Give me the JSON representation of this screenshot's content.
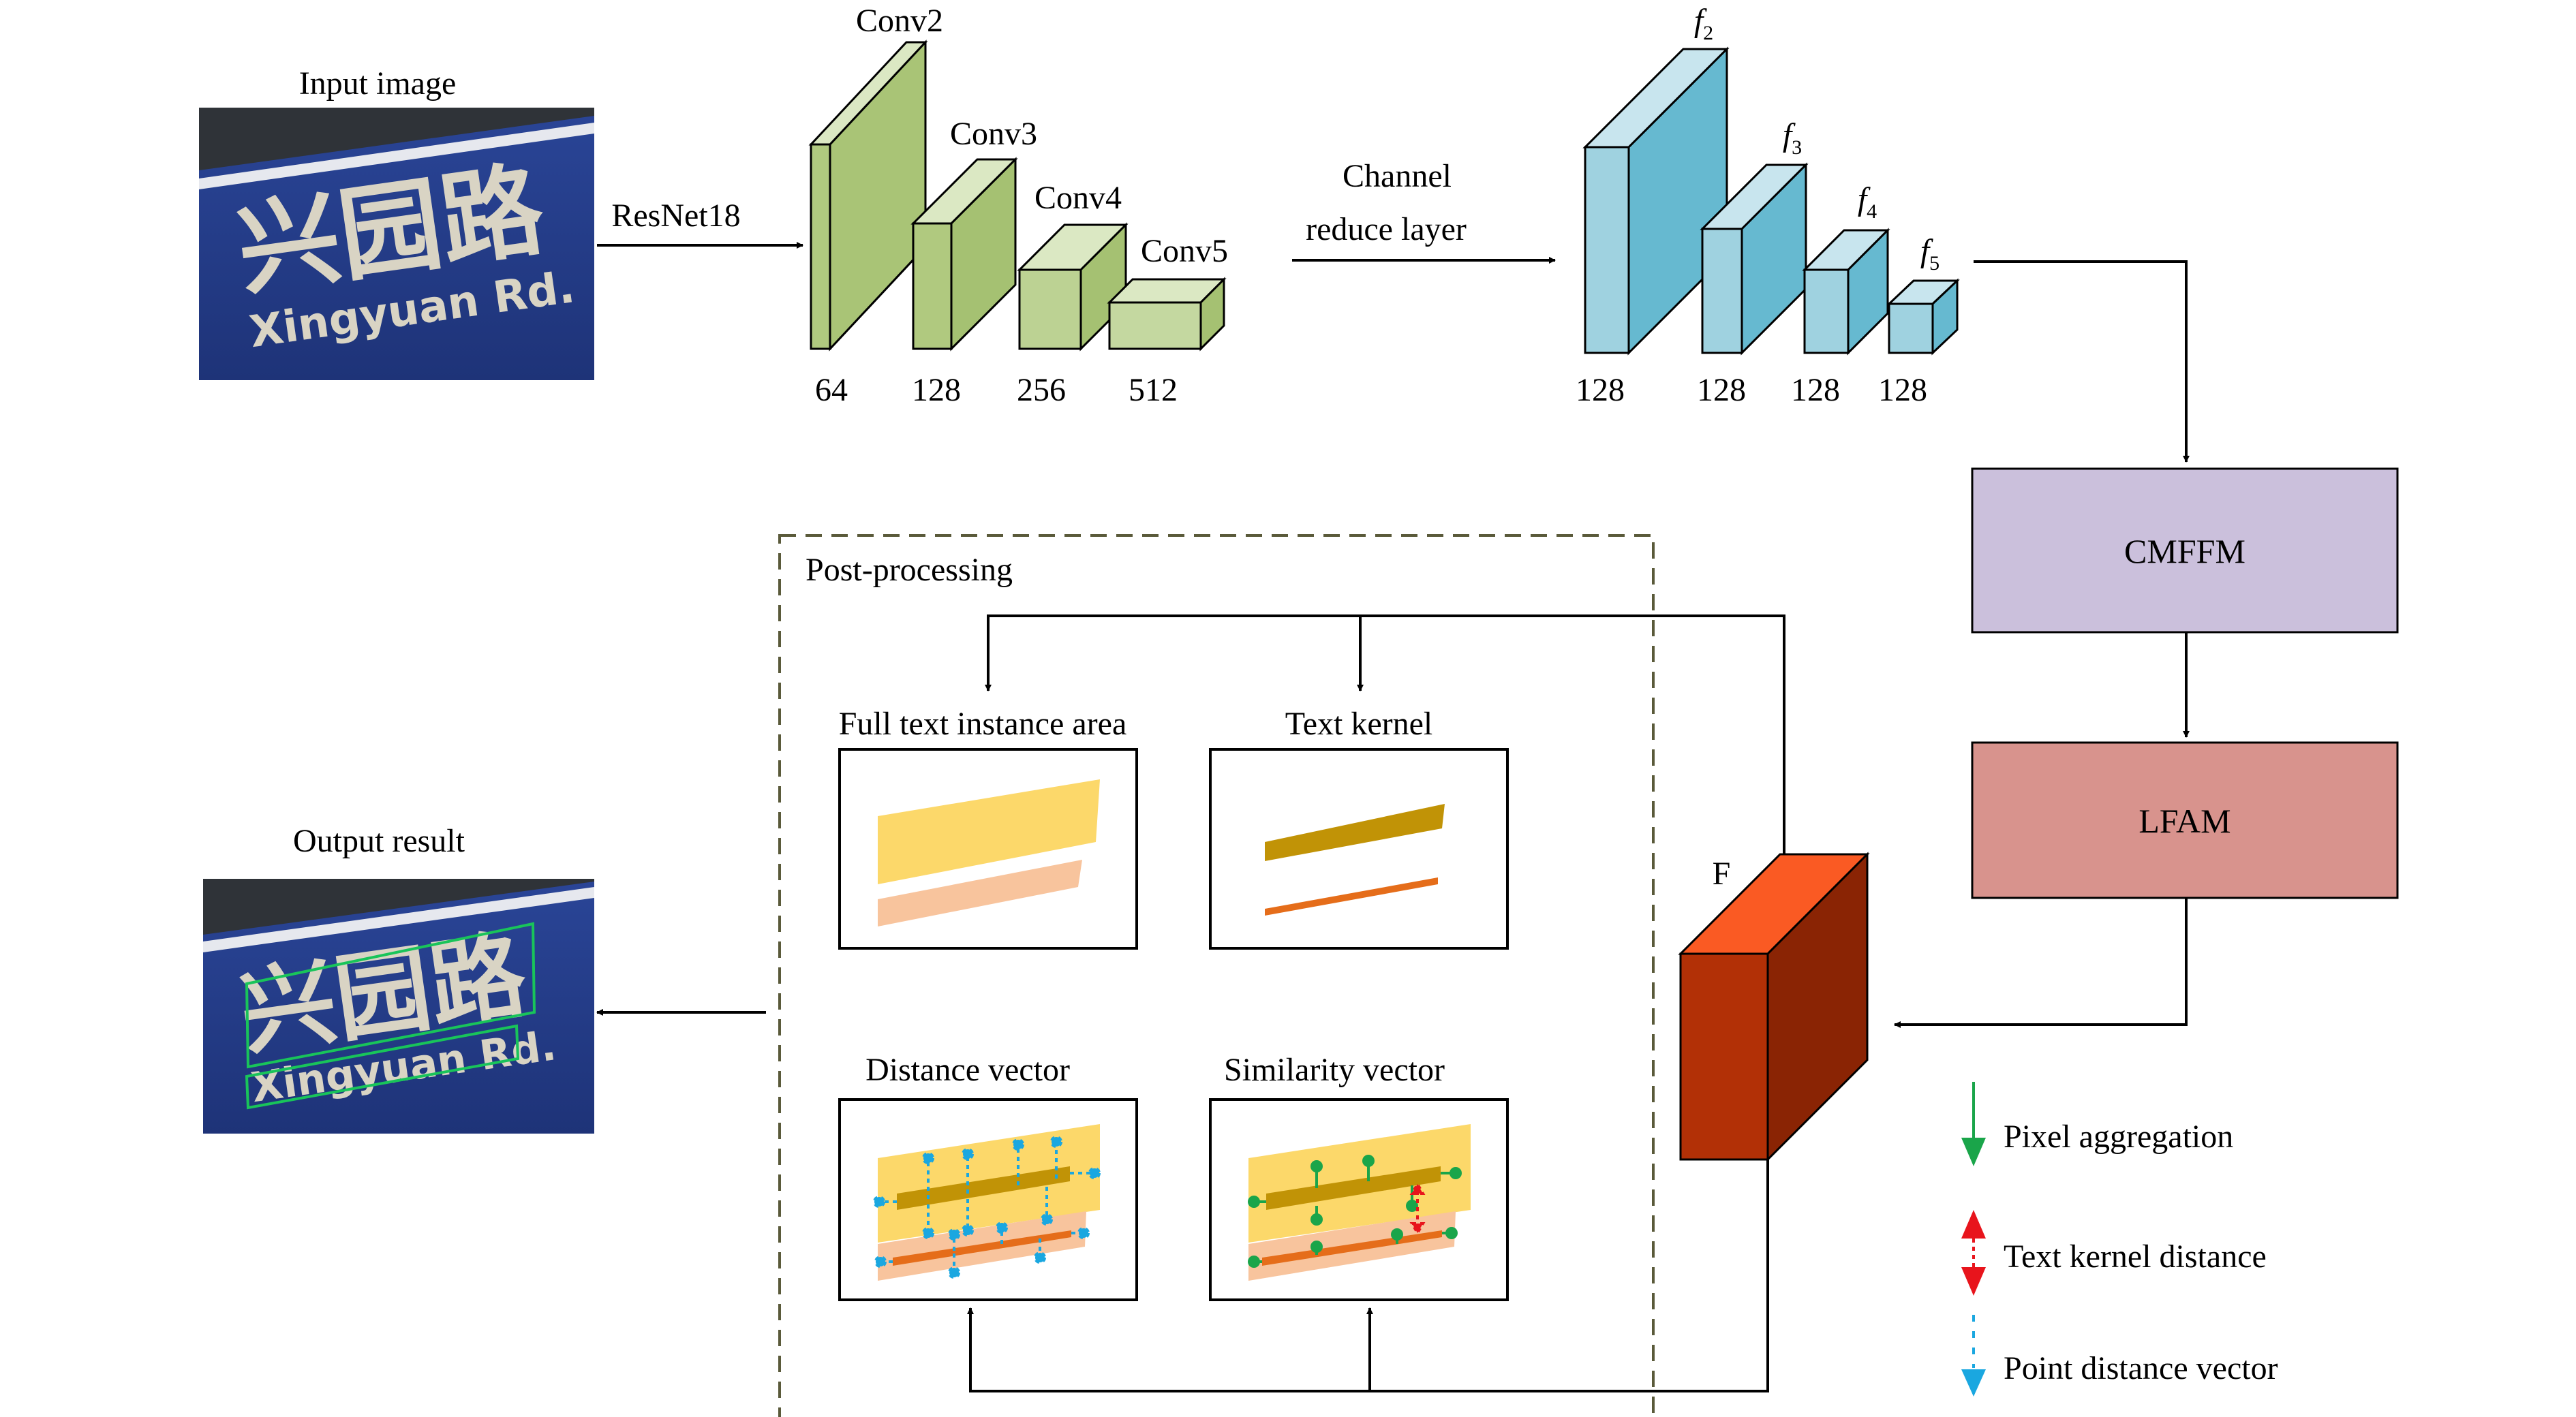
{
  "input": {
    "title": "Input image",
    "sign_chinese": "兴园路",
    "sign_english": "Xingyuan Rd."
  },
  "backbone": {
    "arrow_label": "ResNet18",
    "layers": [
      {
        "name": "Conv2",
        "channels": "64"
      },
      {
        "name": "Conv3",
        "channels": "128"
      },
      {
        "name": "Conv4",
        "channels": "256"
      },
      {
        "name": "Conv5",
        "channels": "512"
      }
    ]
  },
  "reduce": {
    "label_line1": "Channel",
    "label_line2": "reduce layer",
    "features": [
      {
        "name": "f",
        "sub": "2",
        "channels": "128"
      },
      {
        "name": "f",
        "sub": "3",
        "channels": "128"
      },
      {
        "name": "f",
        "sub": "4",
        "channels": "128"
      },
      {
        "name": "f",
        "sub": "5",
        "channels": "128"
      }
    ]
  },
  "modules": {
    "cmffm": "CMFFM",
    "lfam": "LFAM",
    "fused": "F"
  },
  "post": {
    "title": "Post-processing",
    "panels": [
      {
        "title": "Full text instance area"
      },
      {
        "title": "Text kernel"
      },
      {
        "title": "Distance vector"
      },
      {
        "title": "Similarity vector"
      }
    ]
  },
  "output": {
    "title": "Output result"
  },
  "legend": [
    {
      "label": "Pixel aggregation",
      "color": "#1aa54a"
    },
    {
      "label": "Text kernel distance",
      "color": "#e8141c"
    },
    {
      "label": "Point distance vector",
      "color": "#1aa7e0"
    }
  ],
  "colors": {
    "conv_front": "#b0c97f",
    "conv_top": "#dbe8c3",
    "conv_side": "#9fbb6a",
    "feat_front": "#66b9d0",
    "feat_top": "#c8e5ee",
    "feat_side": "#9fd2e0",
    "cmffm": "#cbc0dc",
    "lfam": "#d8938d",
    "f_front": "#b23006",
    "f_top": "#fa5a23",
    "f_side": "#8a2404",
    "region_yellow": "#fcd86a",
    "region_peach": "#f8c49d",
    "kernel_dark": "#c19306",
    "kernel_orange": "#e56d1a",
    "sign_blue": "#243d8e"
  }
}
